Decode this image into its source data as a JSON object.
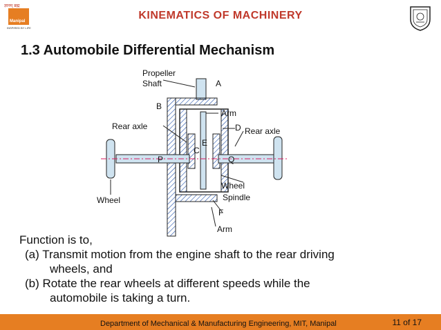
{
  "header": {
    "title": "KINEMATICS OF MACHINERY",
    "left_logo_text": "Manipal",
    "left_logo_tag": "INSPIRED BY LIFE",
    "left_logo_script": "ज्ञानम् ब्रह्म"
  },
  "slide": {
    "title": "1.3 Automobile Differential Mechanism"
  },
  "figure": {
    "labels": {
      "propeller": "Propeller",
      "shaft": "Shaft",
      "a": "A",
      "b": "B",
      "arm_top": "Arm",
      "rear_axle_left": "Rear axle",
      "d": "D",
      "rear_axle_right": "Rear axle",
      "e": "E",
      "c": "C",
      "p": "P",
      "q": "Q",
      "wheel_right": "Wheel",
      "spindle": "Spindle",
      "wheel_left": "Wheel",
      "f": "F",
      "arm_bottom": "Arm"
    }
  },
  "body": {
    "line1": "Function is to,",
    "line2": "(a) Transmit motion from the engine shaft to the rear driving",
    "line3": "wheels, and",
    "line4": "(b) Rotate the rear wheels at different speeds while the",
    "line5": "automobile is taking a turn."
  },
  "footer": {
    "department": "Department of Mechanical & Manufacturing Engineering, MIT, Manipal",
    "page": "11 of 17"
  },
  "colors": {
    "accent": "#c0392b",
    "footer_bar": "#e67e22",
    "hatch": "#1f4fa8"
  }
}
